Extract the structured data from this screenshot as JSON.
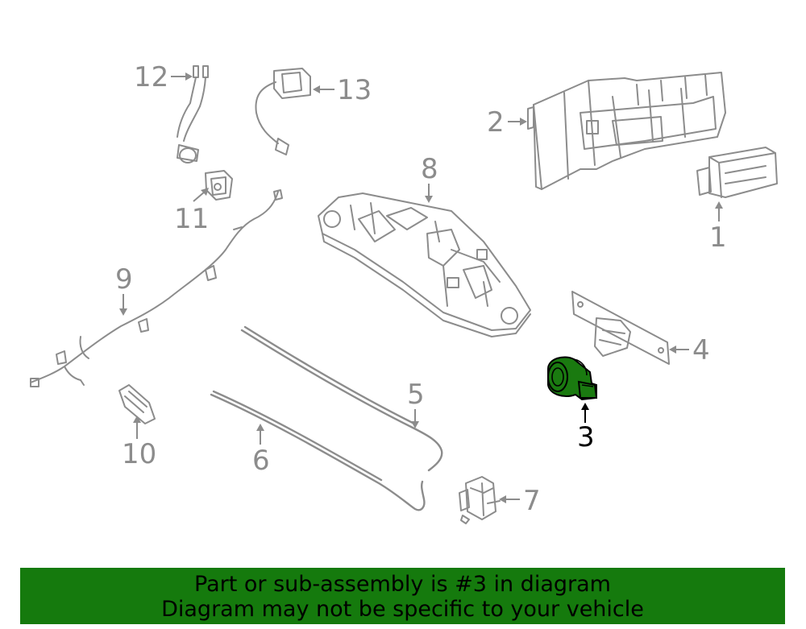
{
  "diagram": {
    "callouts": [
      {
        "id": "1",
        "text": "1"
      },
      {
        "id": "2",
        "text": "2"
      },
      {
        "id": "3",
        "text": "3"
      },
      {
        "id": "4",
        "text": "4"
      },
      {
        "id": "5",
        "text": "5"
      },
      {
        "id": "6",
        "text": "6"
      },
      {
        "id": "7",
        "text": "7"
      },
      {
        "id": "8",
        "text": "8"
      },
      {
        "id": "9",
        "text": "9"
      },
      {
        "id": "10",
        "text": "10"
      },
      {
        "id": "11",
        "text": "11"
      },
      {
        "id": "12",
        "text": "12"
      },
      {
        "id": "13",
        "text": "13"
      }
    ],
    "highlighted_part": "3",
    "colors": {
      "line": "#8c8c8c",
      "highlight_fill": "#1a7a10",
      "banner": "#157a0d",
      "banner_text": "#000000"
    }
  },
  "banner": {
    "line1": "Part or sub-assembly is #3 in diagram",
    "line2": "Diagram may not be specific to your vehicle"
  }
}
